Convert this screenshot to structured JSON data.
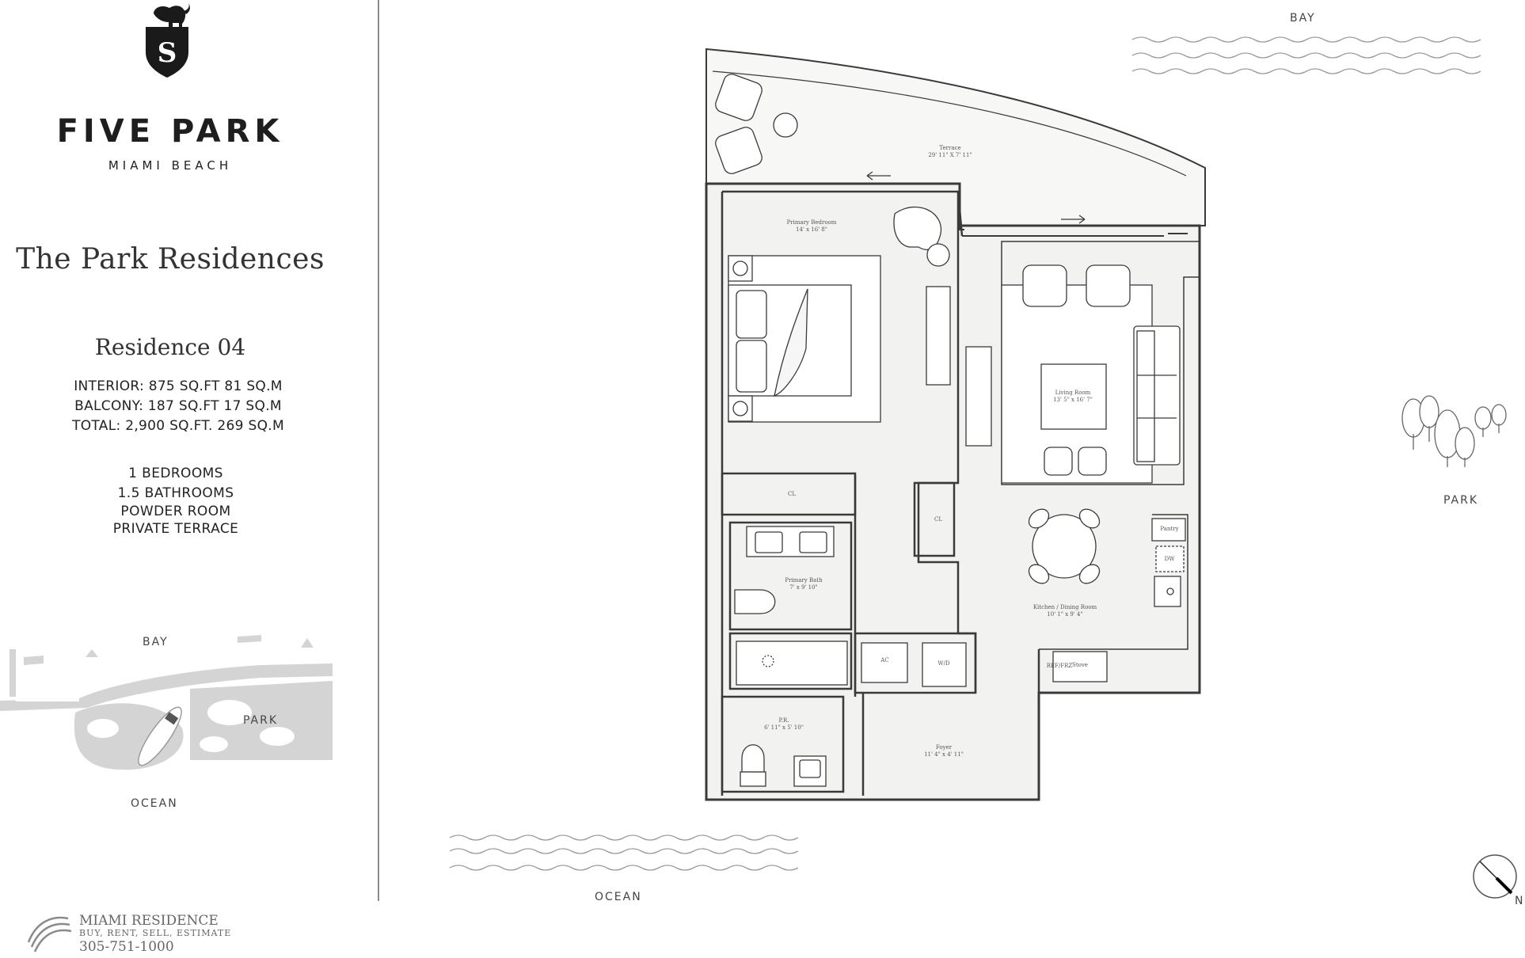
{
  "brand": {
    "name": "FIVE PARK",
    "location": "MIAMI BEACH",
    "logo_letter": "S"
  },
  "collection": "The Park Residences",
  "residence": {
    "name": "Residence 04",
    "interior": "INTERIOR: 875 SQ.FT  81 SQ.M",
    "balcony": "BALCONY: 187 SQ.FT  17 SQ.M",
    "total": "TOTAL: 2,900 SQ.FT.   269 SQ.M",
    "features": [
      "1 BEDROOMS",
      "1.5 BATHROOMS",
      "POWDER ROOM",
      "PRIVATE TERRACE"
    ]
  },
  "keyplan": {
    "bay": "BAY",
    "park": "PARK",
    "ocean": "OCEAN"
  },
  "plan": {
    "bay": "BAY",
    "park": "PARK",
    "ocean": "OCEAN",
    "north": "N",
    "rooms": {
      "terrace": {
        "name": "Terrace",
        "dims": "29' 11\" X 7' 11\""
      },
      "primary_bedroom": {
        "name": "Primary Bedroom",
        "dims": "14' x 16' 8\""
      },
      "living_room": {
        "name": "Living Room",
        "dims": "13' 5\" x 16' 7\""
      },
      "closet_1": "CL",
      "closet_2": "CL",
      "primary_bath": {
        "name": "Primary Bath",
        "dims": "7' x 9' 10\""
      },
      "kitchen": {
        "name": "Kitchen / Dining Room",
        "dims": "10' 1\" x 9' 4\""
      },
      "pantry": "Pantry",
      "dw": "DW",
      "ac": "AC",
      "wd": "W/D",
      "ref": "REF/FRZ",
      "stove": "Stove",
      "pr": {
        "name": "P.R.",
        "dims": "6' 11\" x 5' 10\""
      },
      "foyer": {
        "name": "Foyer",
        "dims": "11' 4\" x 4' 11\""
      }
    }
  },
  "agency": {
    "name": "MIAMI RESIDENCE",
    "tagline": "BUY, RENT, SELL, ESTIMATE",
    "phone": "305-751-1000"
  },
  "colors": {
    "wall": "#3a3a3a",
    "floor": "#f2f2f1",
    "water": "#9a9a9a",
    "keyplan": "#cfcfcf"
  }
}
